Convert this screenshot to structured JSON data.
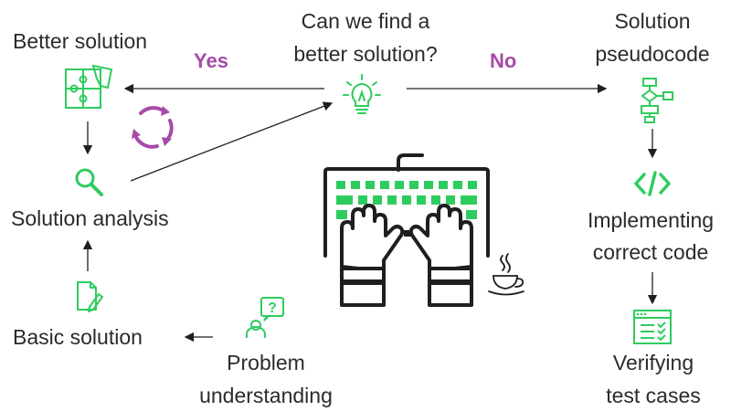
{
  "colors": {
    "green": "#2ecc5e",
    "purple": "#a64aa8",
    "dark": "#1f1f1f",
    "text": "#2b2b2b"
  },
  "nodes": {
    "better_solution": "Better solution",
    "question": [
      "Can we find a",
      "better solution?"
    ],
    "pseudocode": [
      "Solution",
      "pseudocode"
    ],
    "analysis": "Solution analysis",
    "implementing": [
      "Implementing",
      "correct code"
    ],
    "basic": "Basic solution",
    "problem": [
      "Problem",
      "understanding"
    ],
    "verifying": [
      "Verifying",
      "test cases"
    ]
  },
  "edges": {
    "yes": "Yes",
    "no": "No"
  },
  "icons": {
    "better_solution": "puzzle-icon",
    "cycle": "cycle-arrows-icon",
    "analysis": "magnifier-icon",
    "question": "lightbulb-icon",
    "pseudocode": "flowchart-icon",
    "implementing": "code-brackets-icon",
    "basic": "document-pencil-icon",
    "problem": "person-question-icon",
    "verifying": "checklist-window-icon",
    "center": "keyboard-hands-icon",
    "coffee": "coffee-cup-icon"
  }
}
